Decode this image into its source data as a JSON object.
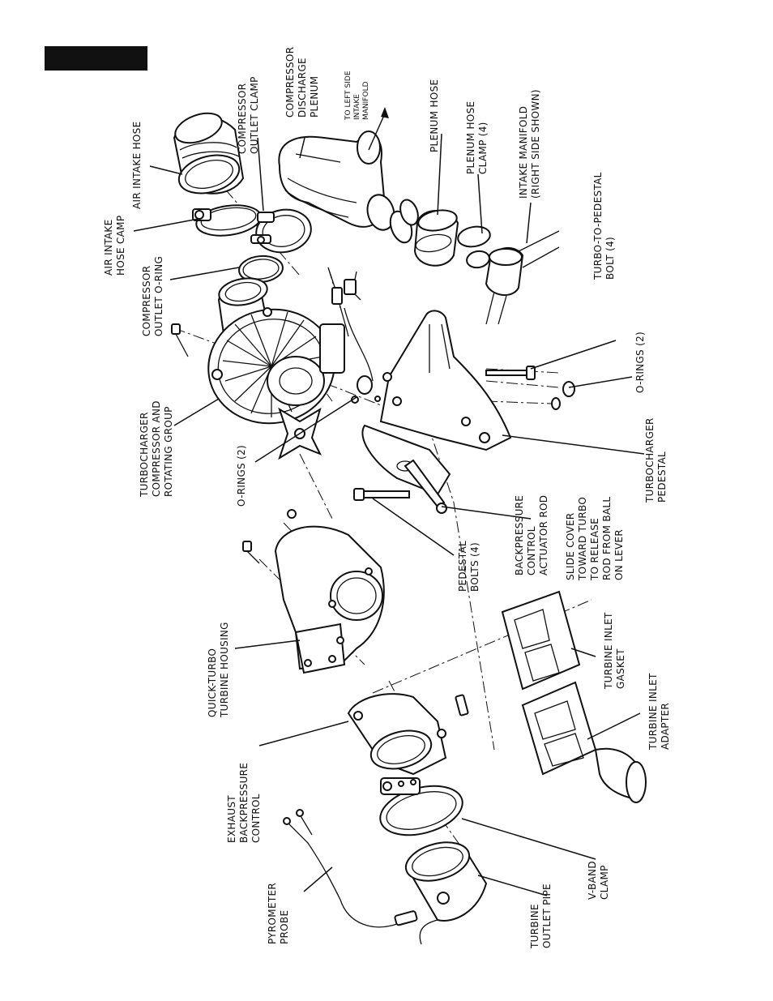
{
  "labels": {
    "air_intake_hose": "AIR INTAKE HOSE",
    "compressor_outlet_clamp": [
      "COMPRESSOR",
      "OUTLET CLAMP"
    ],
    "compressor_discharge_plenum": [
      "COMPRESSOR",
      "DISCHARGE",
      "PLENUM"
    ],
    "to_left_side_intake_manifold": [
      "TO LEFT SIDE",
      "INTAKE",
      "MANIFOLD"
    ],
    "plenum_hose": "PLENUM HOSE",
    "plenum_hose_clamp": [
      "PLENUM HOSE",
      "CLAMP (4)"
    ],
    "intake_manifold": [
      "INTAKE MANIFOLD",
      "(RIGHT SIDE SHOWN)"
    ],
    "turbo_to_pedestal_bolt": [
      "TURBO-TO-PEDESTAL",
      "BOLT (4)"
    ],
    "air_intake_hose_camp": [
      "AIR INTAKE",
      "HOSE CAMP"
    ],
    "compressor_outlet_oring": [
      "COMPRESSOR",
      "OUTLET O-RING"
    ],
    "orings_right": "O-RINGS (2)",
    "turbocharger_compressor_group": [
      "TURBOCHARGER",
      "COMPRESSOR AND",
      "ROTATING GROUP"
    ],
    "turbocharger_pedestal": [
      "TURBOCHARGER",
      "PEDESTAL"
    ],
    "orings_left": "O-RINGS (2)",
    "backpressure_actuator_rod": [
      "BACKPRESSURE",
      "CONTROL",
      "ACTUATOR ROD"
    ],
    "slide_cover_note": [
      "SLIDE COVER",
      "TOWARD TURBO",
      "TO RELEASE",
      "ROD FROM BALL",
      "ON LEVER"
    ],
    "pedestal_bolts": [
      "PEDESTAL",
      "BOLTS (4)"
    ],
    "quick_turbo_housing": [
      "QUICK-TURBO",
      "TURBINE HOUSING"
    ],
    "turbine_inlet_gasket": [
      "TURBINE INLET",
      "GASKET"
    ],
    "turbine_inlet_adapter": [
      "TURBINE INLET",
      "ADAPTER"
    ],
    "exhaust_backpressure_control": [
      "EXHAUST",
      "BACKPRESSURE",
      "CONTROL"
    ],
    "pyrometer_probe": [
      "PYROMETER",
      "PROBE"
    ],
    "v_band_clamp": [
      "V-BAND",
      "CLAMP"
    ],
    "turbine_outlet_pipe": [
      "TURBINE",
      "OUTLET PIPE"
    ]
  },
  "colors": {
    "ink": "#111111",
    "paper": "#ffffff",
    "tab": "#111111"
  }
}
